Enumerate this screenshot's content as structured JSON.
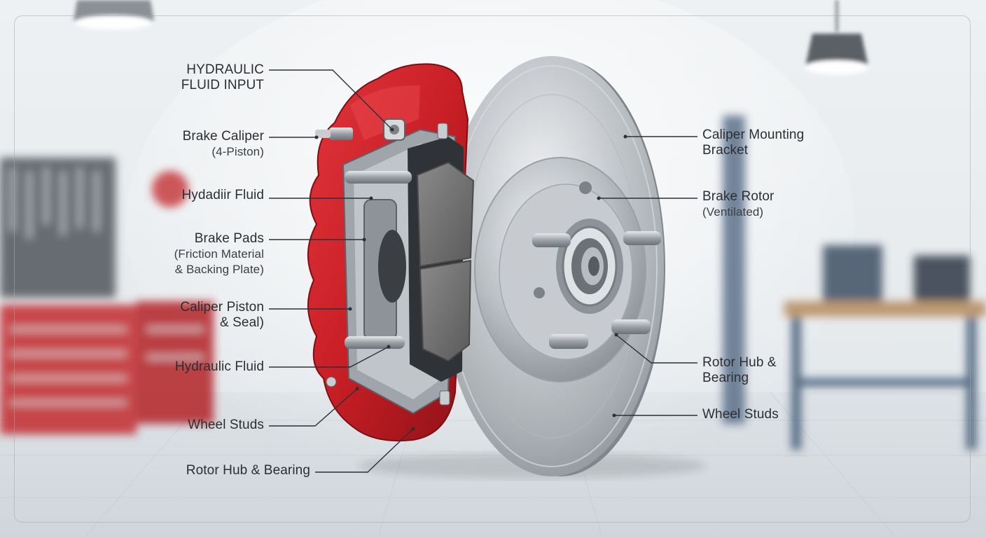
{
  "left_labels": [
    {
      "line1": "HYDRAULIC",
      "line2": "FLUID INPUT"
    },
    {
      "line1": "Brake Caliper",
      "line2": "(4-Piston)"
    },
    {
      "line1": "Hydadiir Fluid",
      "line2": ""
    },
    {
      "line1": "Brake Pads",
      "line2": "(Friction Material",
      "line3": "& Backing Plate)"
    },
    {
      "line1": "Caliper Piston",
      "line2": "& Seal)"
    },
    {
      "line1": "Hydraulic Fluid",
      "line2": ""
    },
    {
      "line1": "Wheel Studs",
      "line2": ""
    },
    {
      "line1": "Rotor Hub & Bearing",
      "line2": ""
    }
  ],
  "right_labels": [
    {
      "line1": "Caliper Mounting",
      "line2": "Bracket"
    },
    {
      "line1": "Brake Rotor",
      "line2": "(Ventilated)"
    },
    {
      "line1": "Rotor Hub &",
      "line2": "Bearing"
    },
    {
      "line1": "Wheel Studs",
      "line2": ""
    }
  ],
  "colors": {
    "caliper": "#c81e25",
    "rotor": "#c9cdd1",
    "pad": "#6f6f6f",
    "leader": "#2d3136"
  }
}
